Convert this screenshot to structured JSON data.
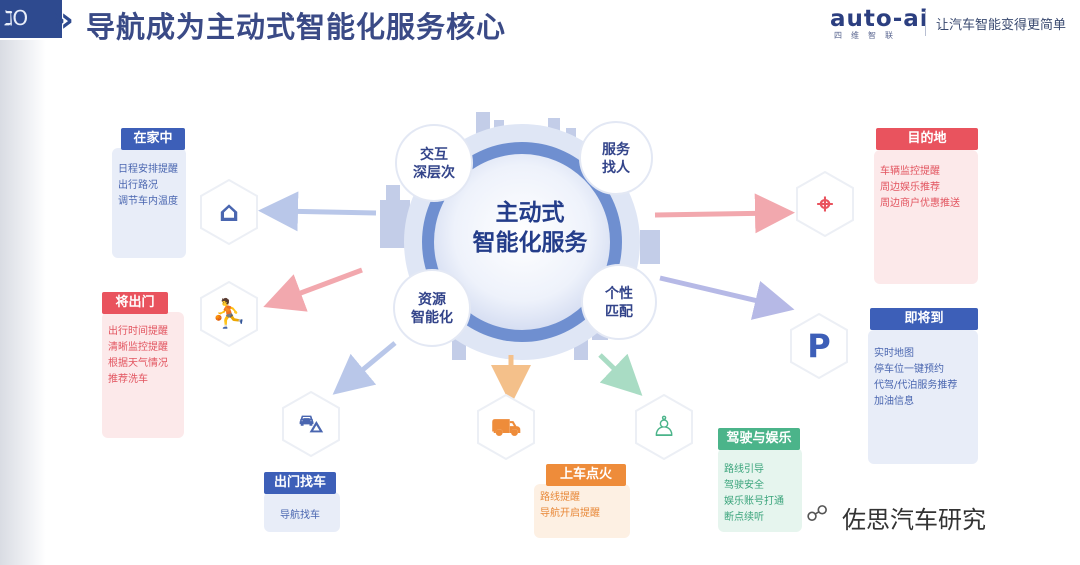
{
  "header": {
    "corner_glyph": "ℷO",
    "title": "导航成为主动式智能化服务核心",
    "logo": "auto-ai",
    "logo_sub": "四维智联",
    "slogan": "让汽车智能变得更简单"
  },
  "hub": {
    "title_line1": "主动式",
    "title_line2": "智能化服务",
    "nodes": [
      {
        "l1": "交互",
        "l2": "深层次"
      },
      {
        "l1": "服务",
        "l2": "找人"
      },
      {
        "l1": "资源",
        "l2": "智能化"
      },
      {
        "l1": "个性",
        "l2": "匹配"
      }
    ]
  },
  "panels": {
    "home": {
      "title": "在家中",
      "items": [
        "日程安排提醒",
        "出行路况",
        "调节车内温度"
      ],
      "icon": "house-icon"
    },
    "leave": {
      "title": "将出门",
      "items": [
        "出行时间提醒",
        "清晰监控提醒",
        "根据天气情况",
        "推荐洗车"
      ],
      "icon": "person-leaving-icon"
    },
    "findcar": {
      "title": "出门找车",
      "items": [
        "导航找车"
      ],
      "icon": "car-search-icon"
    },
    "board": {
      "title": "上车点火",
      "items": [
        "路线提醒",
        "导航开启提醒"
      ],
      "icon": "person-car-icon"
    },
    "drive": {
      "title": "驾驶与娱乐",
      "items": [
        "路线引导",
        "驾驶安全",
        "娱乐账号打通",
        "断点续听"
      ],
      "icon": "driver-icon"
    },
    "dest": {
      "title": "目的地",
      "items": [
        "车辆监控提醒",
        "周边娱乐推荐",
        "周边商户优惠推送"
      ],
      "icon": "map-pin-icon"
    },
    "arrive": {
      "title": "即将到",
      "items": [
        "实时地图",
        "停车位一键预约",
        "代驾/代泊服务推荐",
        "加油信息"
      ],
      "icon": "parking-icon"
    }
  },
  "watermark": "佐思汽车研究",
  "colors": {
    "blue": "#3d5fb8",
    "red": "#e9535e",
    "orange": "#ee8c3a",
    "green": "#4bb48a",
    "navy": "#2e4a8f"
  }
}
